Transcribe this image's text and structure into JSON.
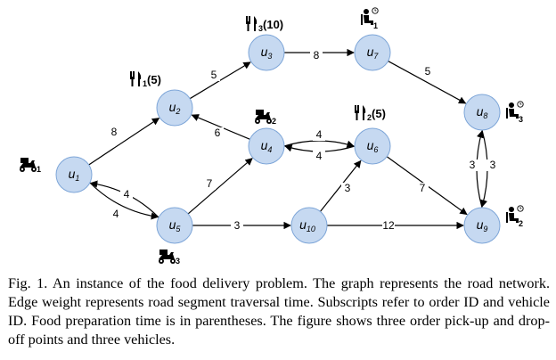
{
  "diagram": {
    "nodes": [
      {
        "id": "u1",
        "base": "u",
        "sub": "1"
      },
      {
        "id": "u2",
        "base": "u",
        "sub": "2"
      },
      {
        "id": "u3",
        "base": "u",
        "sub": "3"
      },
      {
        "id": "u4",
        "base": "u",
        "sub": "4"
      },
      {
        "id": "u5",
        "base": "u",
        "sub": "5"
      },
      {
        "id": "u6",
        "base": "u",
        "sub": "6"
      },
      {
        "id": "u7",
        "base": "u",
        "sub": "7"
      },
      {
        "id": "u8",
        "base": "u",
        "sub": "8"
      },
      {
        "id": "u9",
        "base": "u",
        "sub": "9"
      },
      {
        "id": "u10",
        "base": "u",
        "sub": "10"
      }
    ],
    "edges": [
      {
        "from": "u1",
        "to": "u2",
        "weight": "8",
        "directed": true
      },
      {
        "from": "u2",
        "to": "u3",
        "weight": "5",
        "directed": true
      },
      {
        "from": "u3",
        "to": "u7",
        "weight": "8",
        "directed": true
      },
      {
        "from": "u7",
        "to": "u8",
        "weight": "5",
        "directed": true
      },
      {
        "from": "u4",
        "to": "u2",
        "weight": "6",
        "directed": true
      },
      {
        "from": "u4",
        "to": "u6",
        "weight": "4",
        "directed": true
      },
      {
        "from": "u6",
        "to": "u4",
        "weight": "4",
        "directed": true
      },
      {
        "from": "u1",
        "to": "u5",
        "weight": "4",
        "directed": true
      },
      {
        "from": "u5",
        "to": "u1",
        "weight": "4",
        "directed": true
      },
      {
        "from": "u5",
        "to": "u4",
        "weight": "7",
        "directed": true
      },
      {
        "from": "u5",
        "to": "u10",
        "weight": "3",
        "directed": true
      },
      {
        "from": "u10",
        "to": "u6",
        "weight": "3",
        "directed": true
      },
      {
        "from": "u10",
        "to": "u9",
        "weight": "12",
        "directed": true
      },
      {
        "from": "u6",
        "to": "u9",
        "weight": "7",
        "directed": true
      },
      {
        "from": "u8",
        "to": "u9",
        "weight": "3",
        "directed": true
      },
      {
        "from": "u9",
        "to": "u8",
        "weight": "3",
        "directed": true
      }
    ],
    "restaurants": [
      {
        "node": "u2",
        "base": "1",
        "sub": "1",
        "prep": "(5)",
        "icon": "fork-knife-icon"
      },
      {
        "node": "u3",
        "base": "1",
        "sub": "3",
        "prep": "(10)",
        "icon": "fork-knife-icon"
      },
      {
        "node": "u6",
        "base": "1",
        "sub": "2",
        "prep": "(5)",
        "icon": "fork-knife-icon"
      }
    ],
    "customers": [
      {
        "node": "u7",
        "sub": "1",
        "icon": "seated-customer-clock-icon"
      },
      {
        "node": "u8",
        "sub": "3",
        "icon": "seated-customer-clock-icon"
      },
      {
        "node": "u9",
        "sub": "2",
        "icon": "seated-customer-clock-icon"
      }
    ],
    "vehicles": [
      {
        "node": "u1",
        "sub": "1",
        "icon": "scooter-icon"
      },
      {
        "node": "u4",
        "sub": "2",
        "icon": "scooter-icon"
      },
      {
        "node": "u5",
        "sub": "3",
        "icon": "scooter-icon"
      }
    ],
    "colors": {
      "node_fill": "#c6d9f1",
      "node_stroke": "#7ea6d8",
      "edge": "#000000"
    }
  },
  "caption": "Fig. 1.  An instance of the food delivery problem. The graph represents the road network. Edge weight represents road segment traversal time. Subscripts refer to order ID and vehicle ID. Food preparation time is in parentheses. The figure shows three order pick-up and drop-off points and three vehicles."
}
